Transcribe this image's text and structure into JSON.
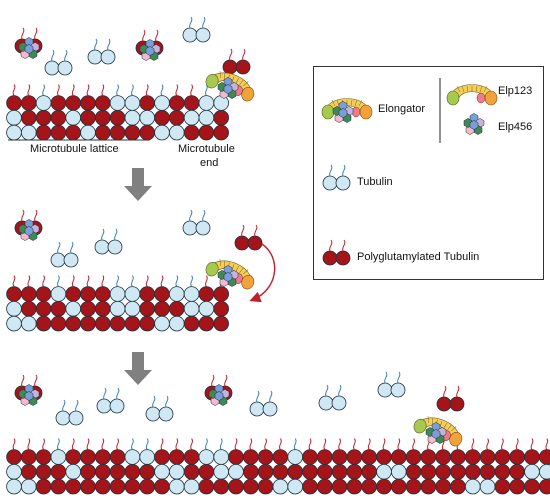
{
  "labels": {
    "lattice": "Microtubule lattice",
    "end_line1": "Microtubule",
    "end_line2": "end"
  },
  "legend": {
    "elongator": "Elongator",
    "elp123": "Elp123",
    "elp456": "Elp456",
    "tubulin": "Tubulin",
    "polyglu": "Polyglutamylated Tubulin"
  },
  "colors": {
    "tubulin_fill": "#cfe8f3",
    "polyglu_fill": "#a41419",
    "tail_blue": "#3d7fb0",
    "tail_red": "#c0202a",
    "arrow_gray": "#808080",
    "curve_arrow": "#c0202a",
    "elp_yellow": "#f3cf5a",
    "elp_orange": "#f1a23a",
    "elp_green": "#a6c94e",
    "elp_pink": "#ef7b86",
    "elp456_blue": "#7a9ed8",
    "elp456_green": "#3d8a56",
    "elp456_lavender": "#c5b3dc",
    "elp456_pink": "#f3b9cd"
  },
  "panels": [
    {
      "name": "panel-1",
      "top_pattern": "RRBRRRRBBRBRRBB",
      "mid_pattern": "BRRRBRRRBBRRBBR",
      "bot_pattern": "BBRRRBRRRRBBRRR"
    },
    {
      "name": "panel-2",
      "top_pattern": "RRRBRRRBBRRBBRR",
      "mid_pattern": "BRRRBRRBBRRRBBR",
      "bot_pattern": "BBRRRRRRRRBBRRR"
    },
    {
      "name": "panel-3",
      "top_pattern": "RRRBRRRRBBRRRBBRRRRBRRRRRRRRRRRRRRRRRRRRBBRRRBBB",
      "mid_pattern": "BRRRBRRRRRBBRRBBRRRRRRRRRBBRRRRRRRRBBRRRRRRRBBRB",
      "bot_pattern": "BBRRRRRRRRRBBRRRRRBBRRRRRRRRRRRBBRRRRRRRBBRRRRRB"
    }
  ]
}
